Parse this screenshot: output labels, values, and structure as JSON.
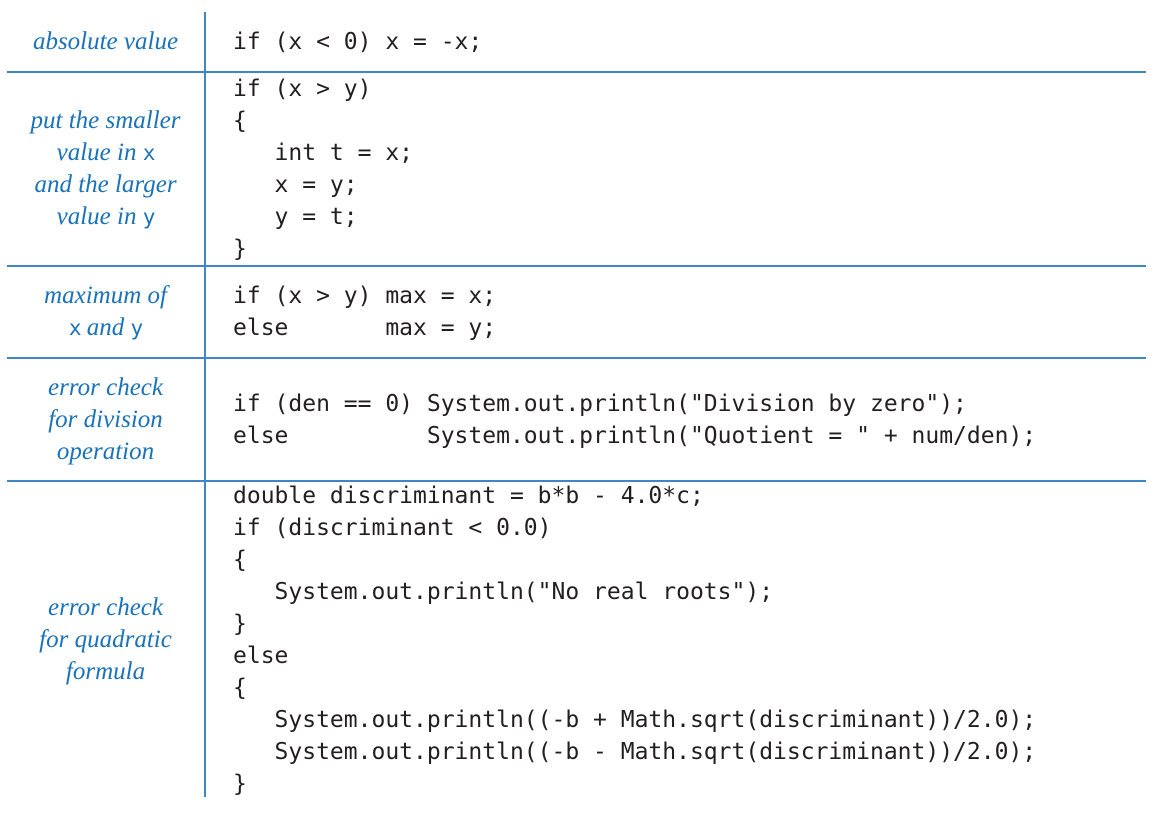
{
  "colors": {
    "rule_blue": "#3e86c4",
    "label_blue": "#1a72b8",
    "code_ink": "#231f20"
  },
  "table": {
    "description": "Typical if-statement code examples",
    "rows": [
      {
        "label_lines": [
          [
            {
              "t": "absolute value"
            }
          ]
        ],
        "code_lines": [
          "if (x < 0) x = -x;"
        ]
      },
      {
        "label_lines": [
          [
            {
              "t": "put the smaller"
            }
          ],
          [
            {
              "t": "value in "
            },
            {
              "t": "x",
              "var": true
            }
          ],
          [
            {
              "t": "and the larger"
            }
          ],
          [
            {
              "t": "value in "
            },
            {
              "t": "y",
              "var": true
            }
          ]
        ],
        "code_lines": [
          "if (x > y)",
          "{",
          "   int t = x;",
          "   x = y;",
          "   y = t;",
          "}"
        ]
      },
      {
        "label_lines": [
          [
            {
              "t": "maximum of"
            }
          ],
          [
            {
              "t": "x",
              "var": true
            },
            {
              "t": " and "
            },
            {
              "t": "y",
              "var": true
            }
          ]
        ],
        "code_lines": [
          "if (x > y) max = x;",
          "else       max = y;"
        ]
      },
      {
        "label_lines": [
          [
            {
              "t": "error check"
            }
          ],
          [
            {
              "t": "for division"
            }
          ],
          [
            {
              "t": "operation"
            }
          ]
        ],
        "code_lines": [
          "if (den == 0) System.out.println(\"Division by zero\");",
          "else          System.out.println(\"Quotient = \" + num/den);"
        ]
      },
      {
        "label_lines": [
          [
            {
              "t": "error check"
            }
          ],
          [
            {
              "t": "for quadratic"
            }
          ],
          [
            {
              "t": "formula"
            }
          ]
        ],
        "code_lines": [
          "double discriminant = b*b - 4.0*c;",
          "if (discriminant < 0.0)",
          "{",
          "   System.out.println(\"No real roots\");",
          "}",
          "else",
          "{",
          "   System.out.println((-b + Math.sqrt(discriminant))/2.0);",
          "   System.out.println((-b - Math.sqrt(discriminant))/2.0);",
          "}"
        ]
      }
    ]
  }
}
